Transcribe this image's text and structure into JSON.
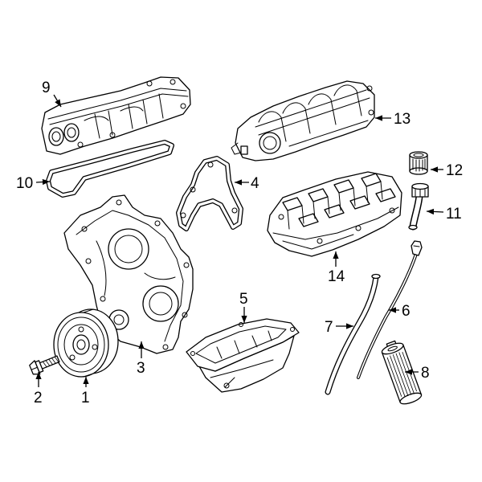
{
  "colors": {
    "line": "#000000",
    "background": "#ffffff"
  },
  "callout_labels": [
    "1",
    "2",
    "3",
    "4",
    "5",
    "6",
    "7",
    "8",
    "9",
    "10",
    "11",
    "12",
    "13",
    "14"
  ]
}
